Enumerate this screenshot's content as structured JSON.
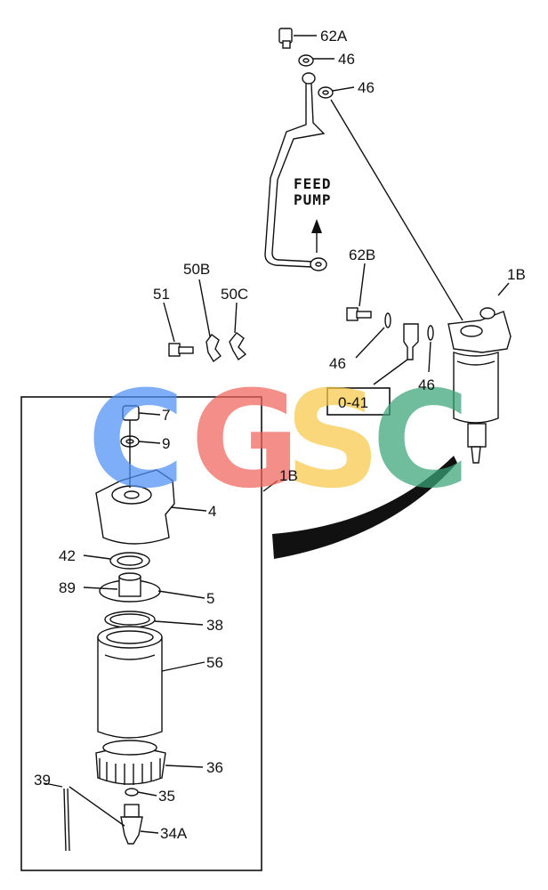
{
  "labels": {
    "p62A": "62A",
    "p46a": "46",
    "p46b": "46",
    "feed1": "FEED",
    "feed2": "PUMP",
    "p62B": "62B",
    "p50B": "50B",
    "p51": "51",
    "p50C": "50C",
    "p1B_top": "1B",
    "p46c": "46",
    "p46d": "46",
    "ref": "0-41",
    "p1B_box": "1B",
    "p7": "7",
    "p9": "9",
    "p4": "4",
    "p42": "42",
    "p89": "89",
    "p5": "5",
    "p38": "38",
    "p56": "56",
    "p36": "36",
    "p39": "39",
    "p35": "35",
    "p34A": "34A"
  },
  "watermark": {
    "letters": [
      "C",
      "G",
      "S",
      "C"
    ],
    "colors": [
      "#4f8ff7",
      "#f0635b",
      "#f7c948",
      "#3aa57a"
    ]
  }
}
